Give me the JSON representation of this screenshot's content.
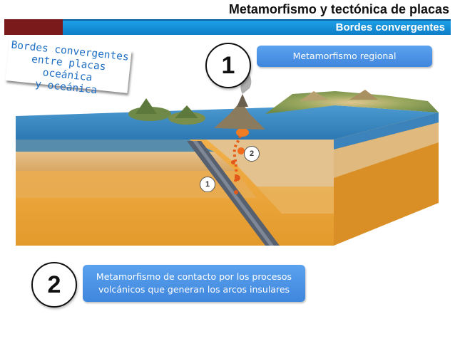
{
  "header": {
    "title": "Metamorfismo y tectónica de placas",
    "subtitle": "Bordes convergentes",
    "colors": {
      "dark_bar": "#7a1a1a",
      "blue_bar": "#1ea0e6"
    }
  },
  "note": {
    "lines": [
      "Bordes convergentes",
      "entre placas oceánica",
      "y oceánica"
    ],
    "text_color": "#1f6fc4"
  },
  "callouts": [
    {
      "number": "1",
      "text": "Metamorfismo regional"
    },
    {
      "number": "2",
      "lines": [
        "Metamorfismo de contacto por los procesos",
        "volcánicos que generan los arcos insulares"
      ]
    }
  ],
  "diagram": {
    "labels": [
      "1",
      "2"
    ],
    "colors": {
      "ocean": "#2f7fb8",
      "crust": "#d8a870",
      "mantle": "#eea23a",
      "trench_slab": "#556070"
    }
  }
}
